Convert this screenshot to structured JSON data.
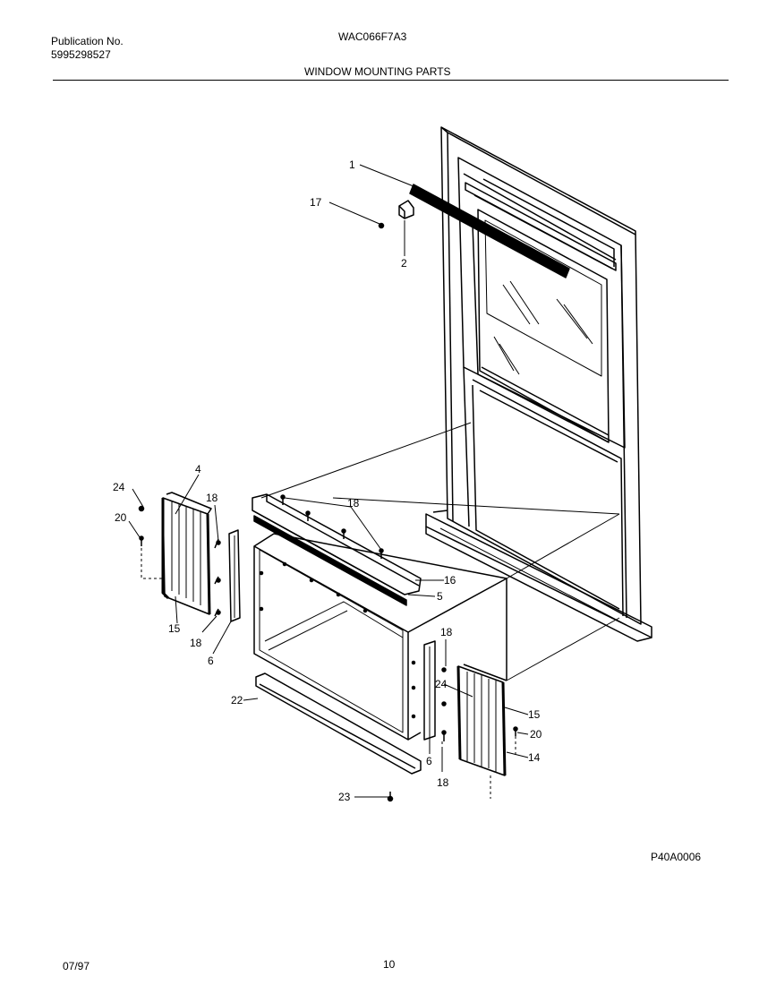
{
  "header": {
    "publication_label": "Publication No.",
    "publication_number": "5995298527",
    "model": "WAC066F7A3",
    "section_title": "WINDOW MOUNTING PARTS"
  },
  "diagram": {
    "code": "P40A0006",
    "callouts": {
      "c1": "1",
      "c2": "2",
      "c4": "4",
      "c5": "5",
      "c6a": "6",
      "c6b": "6",
      "c14": "14",
      "c15a": "15",
      "c15b": "15",
      "c16": "16",
      "c17": "17",
      "c18a": "18",
      "c18b": "18",
      "c18c": "18",
      "c18d": "18",
      "c18e": "18",
      "c20a": "20",
      "c20b": "20",
      "c22": "22",
      "c23": "23",
      "c24a": "24",
      "c24b": "24"
    }
  },
  "footer": {
    "date": "07/97",
    "page": "10"
  }
}
